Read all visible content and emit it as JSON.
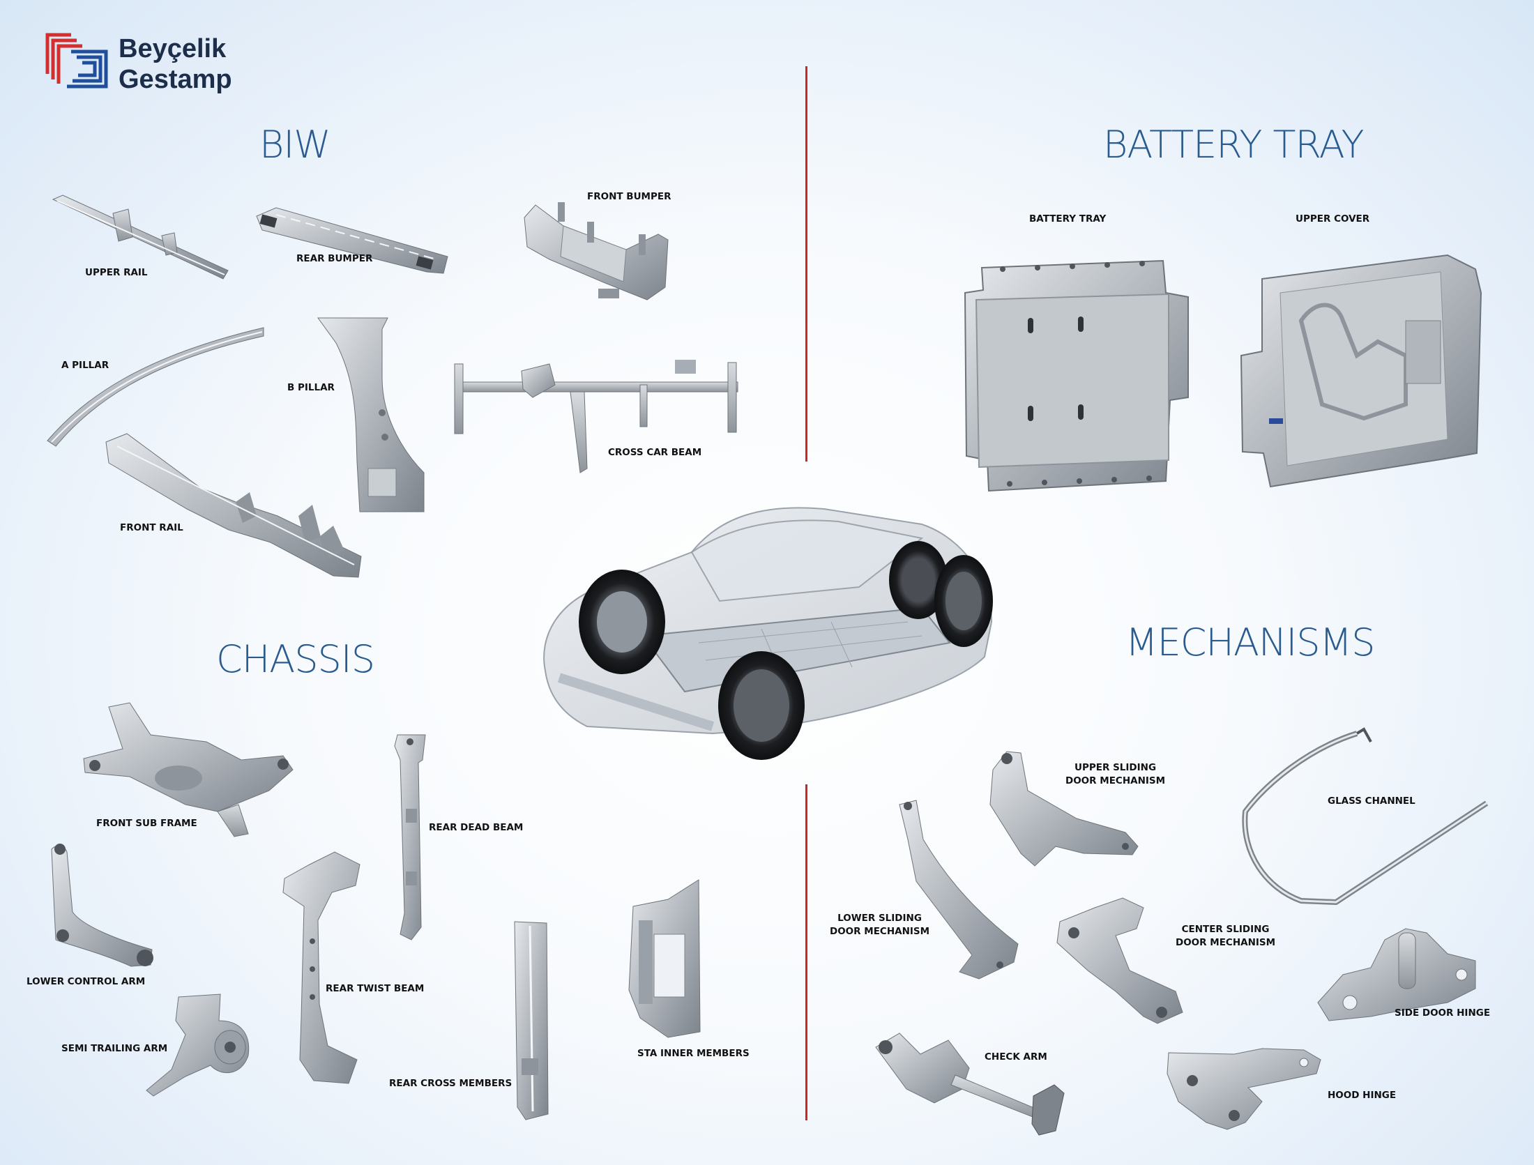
{
  "brand": {
    "line1": "Beyçelik",
    "line2": "Gestamp",
    "colors": {
      "red": "#d32f2f",
      "blue": "#1f4e9a"
    }
  },
  "sections": {
    "biw": "BIW",
    "battery": "BATTERY TRAY",
    "chassis": "CHASSIS",
    "mechanisms": "MECHANISMS"
  },
  "colors": {
    "title": "#2a5b8f",
    "divider": "#c62828",
    "metal": "#b9bec5"
  },
  "parts": {
    "upper_rail": "UPPER RAIL",
    "rear_bumper": "REAR BUMPER",
    "front_bumper": "FRONT BUMPER",
    "a_pillar": "A PILLAR",
    "b_pillar": "B PILLAR",
    "cross_car_beam": "CROSS CAR BEAM",
    "front_rail": "FRONT RAIL",
    "battery_tray": "BATTERY TRAY",
    "upper_cover": "UPPER COVER",
    "front_sub_frame": "FRONT SUB FRAME",
    "rear_dead_beam": "REAR DEAD BEAM",
    "lower_control_arm": "LOWER CONTROL ARM",
    "rear_twist_beam": "REAR TWIST BEAM",
    "semi_trailing_arm": "SEMI TRAILING ARM",
    "rear_cross_members": "REAR CROSS MEMBERS",
    "sta_inner_members": "STA INNER MEMBERS",
    "upper_sliding_1": "UPPER SLIDING",
    "upper_sliding_2": "DOOR MECHANISM",
    "glass_channel": "GLASS CHANNEL",
    "lower_sliding_1": "LOWER SLIDING",
    "lower_sliding_2": "DOOR MECHANISM",
    "center_sliding_1": "CENTER SLIDING",
    "center_sliding_2": "DOOR MECHANISM",
    "side_door_hinge": "SIDE DOOR HINGE",
    "check_arm": "CHECK ARM",
    "hood_hinge": "HOOD HINGE"
  }
}
